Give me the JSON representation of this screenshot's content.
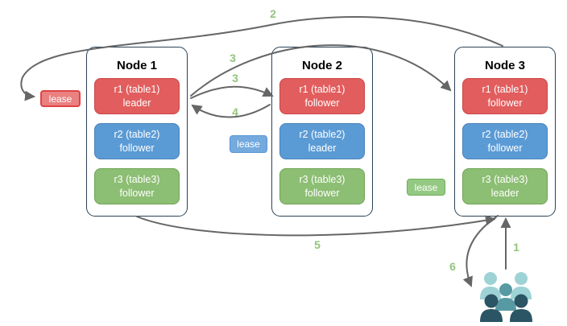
{
  "nodes": [
    {
      "title": "Node 1",
      "replicas": [
        {
          "name": "r1 (table1)",
          "role": "leader",
          "color": "red"
        },
        {
          "name": "r2 (table2)",
          "role": "follower",
          "color": "blue"
        },
        {
          "name": "r3 (table3)",
          "role": "follower",
          "color": "green"
        }
      ]
    },
    {
      "title": "Node 2",
      "replicas": [
        {
          "name": "r1 (table1)",
          "role": "follower",
          "color": "red"
        },
        {
          "name": "r2 (table2)",
          "role": "leader",
          "color": "blue"
        },
        {
          "name": "r3 (table3)",
          "role": "follower",
          "color": "green"
        }
      ]
    },
    {
      "title": "Node 3",
      "replicas": [
        {
          "name": "r1 (table1)",
          "role": "follower",
          "color": "red"
        },
        {
          "name": "r2 (table2)",
          "role": "follower",
          "color": "blue"
        },
        {
          "name": "r3 (table3)",
          "role": "leader",
          "color": "green"
        }
      ]
    }
  ],
  "leases": [
    {
      "label": "lease",
      "color": "red"
    },
    {
      "label": "lease",
      "color": "blue"
    },
    {
      "label": "lease",
      "color": "green"
    }
  ],
  "steps": {
    "s1": "1",
    "s2": "2",
    "s3a": "3",
    "s3b": "3",
    "s4": "4",
    "s5": "5",
    "s6": "6"
  },
  "icons": {
    "users": "users-group-icon"
  },
  "colors": {
    "replica_red_fill": "#e25d5d",
    "replica_red_border": "#c94747",
    "replica_blue_fill": "#5b9bd5",
    "replica_blue_border": "#4982b8",
    "replica_green_fill": "#8cbe73",
    "replica_green_border": "#6fa456",
    "lease_red_fill": "#ea8080",
    "lease_red_border": "#e04343",
    "lease_blue_fill": "#74aade",
    "lease_blue_border": "#5a95d5",
    "lease_green_fill": "#94c983",
    "lease_green_border": "#6fae58",
    "node_border": "#2b4257",
    "arrow": "#666666",
    "step_label": "#93c47d",
    "users_light_teal": "#9ed3d6",
    "users_mid_teal": "#579aa3",
    "users_dark_slate": "#2b5565"
  }
}
